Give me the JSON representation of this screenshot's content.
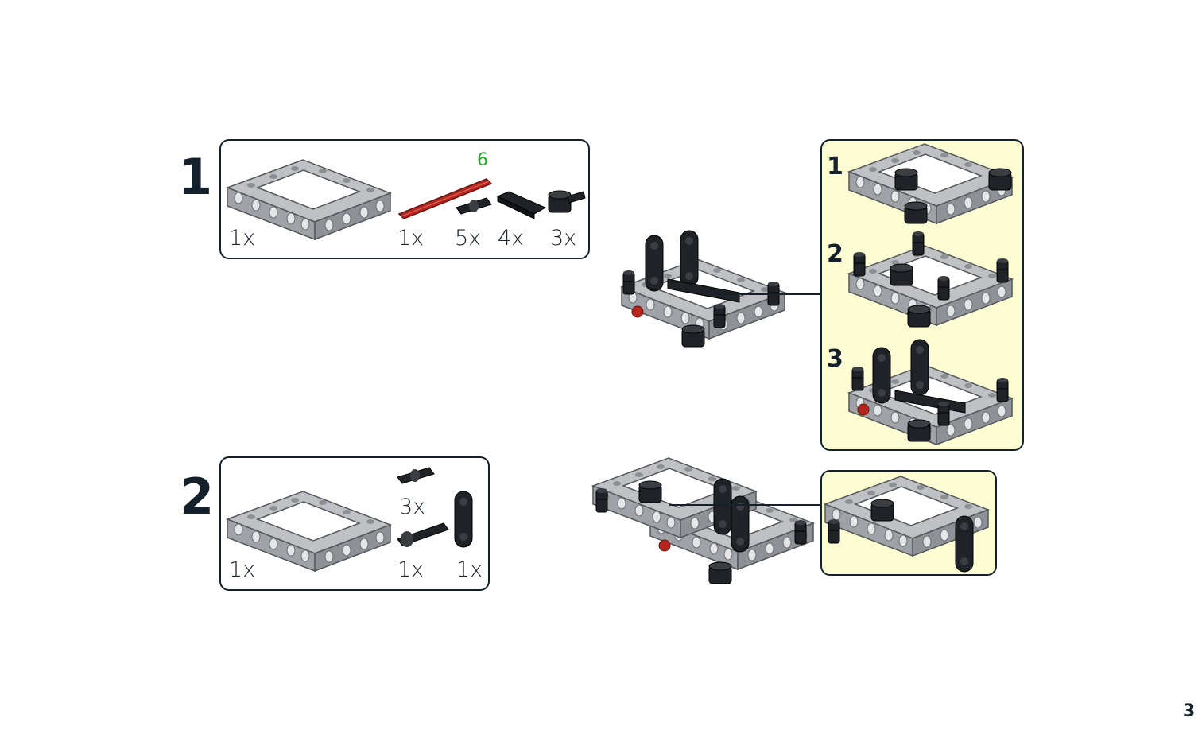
{
  "page": {
    "number": "3"
  },
  "step1": {
    "number": "1",
    "parts": [
      {
        "name": "frame-5x7",
        "qty": "1x"
      },
      {
        "name": "axle",
        "qty": "1x",
        "length_mark": "6"
      },
      {
        "name": "pin-friction",
        "qty": "5x"
      },
      {
        "name": "beam-3",
        "qty": "4x"
      },
      {
        "name": "axle-pin-connector",
        "qty": "3x"
      }
    ],
    "callouts": [
      {
        "label": "1"
      },
      {
        "label": "2"
      },
      {
        "label": "3"
      }
    ]
  },
  "step2": {
    "number": "2",
    "parts": [
      {
        "name": "frame-5x7",
        "qty": "1x"
      },
      {
        "name": "pin-short",
        "qty": "3x"
      },
      {
        "name": "pin-long",
        "qty": "1x"
      },
      {
        "name": "beam-2",
        "qty": "1x"
      }
    ]
  },
  "colors": {
    "frame_gray": "#a9abae",
    "frame_dark": "#6f7276",
    "black_part": "#1f2226",
    "axle_red": "#b3261e",
    "callout_bg": "#fdfdd3",
    "length_mark": "#22aa22",
    "outline": "#14202b"
  }
}
